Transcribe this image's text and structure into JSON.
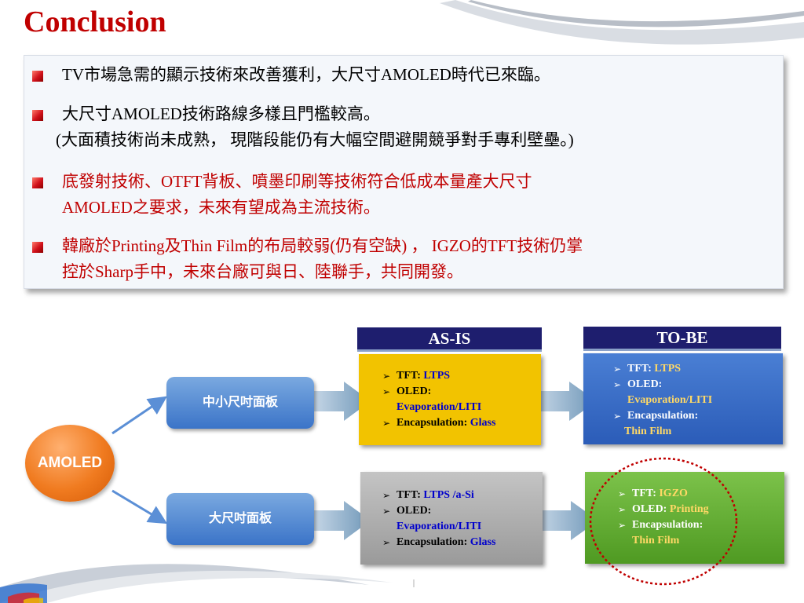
{
  "slide": {
    "title": "Conclusion"
  },
  "bullets": [
    {
      "lines": [
        "TV市場急需的顯示技術來改善獲利，大尺寸AMOLED時代已來臨。"
      ]
    },
    {
      "lines": [
        "大尺寸AMOLED技術路線多樣且門檻較高。",
        "(大面積技術尚未成熟， 現階段能仍有大幅空間避開競爭對手專利壁壘。)"
      ]
    },
    {
      "lines": [
        "底發射技術、OTFT背板、噴墨印刷等技術符合低成本量產大尺寸",
        "AMOLED之要求，未來有望成為主流技術。"
      ]
    },
    {
      "lines": [
        "韓廠於Printing及Thin Film的布局較弱(仍有空缺) ， IGZO的TFT技術仍掌",
        "控於Sharp手中，未來台廠可與日、陸聯手，共同開發。"
      ]
    }
  ],
  "diagram": {
    "root": "AMOLED",
    "headers": {
      "as_is": "AS-IS",
      "to_be": "TO-BE"
    },
    "branches": [
      {
        "label": "中小尺吋面板",
        "as_is": {
          "tft_key": "TFT:",
          "tft_val": "LTPS",
          "oled_key": "OLED:",
          "oled_val": "Evaporation/LITI",
          "enc_key": "Encapsulation:",
          "enc_val": "Glass"
        },
        "to_be": {
          "tft_key": "TFT:",
          "tft_val": "LTPS",
          "oled_key": "OLED:",
          "oled_val": "Evaporation/LITI",
          "enc_key": "Encapsulation:",
          "enc_val": "Thin Film"
        }
      },
      {
        "label": "大尺吋面板",
        "as_is": {
          "tft_key": "TFT:",
          "tft_val": "LTPS /a-Si",
          "oled_key": "OLED:",
          "oled_val": "Evaporation/LITI",
          "enc_key": "Encapsulation:",
          "enc_val": "Glass"
        },
        "to_be": {
          "tft_key": "TFT:",
          "tft_val": "IGZO",
          "oled_key": "OLED:",
          "oled_val": "Printing",
          "enc_key": "Encapsulation:",
          "enc_val": "Thin Film"
        }
      }
    ]
  },
  "colors": {
    "accent_red": "#c00000",
    "header_navy": "#1e1e6e",
    "yellow_panel": "#f2c300",
    "blue_panel": "#2f63c2",
    "gray_panel": "#a6a6a6",
    "green_panel": "#62b02f",
    "highlight_yellow": "#ffd966",
    "value_blue": "#0000cc"
  }
}
